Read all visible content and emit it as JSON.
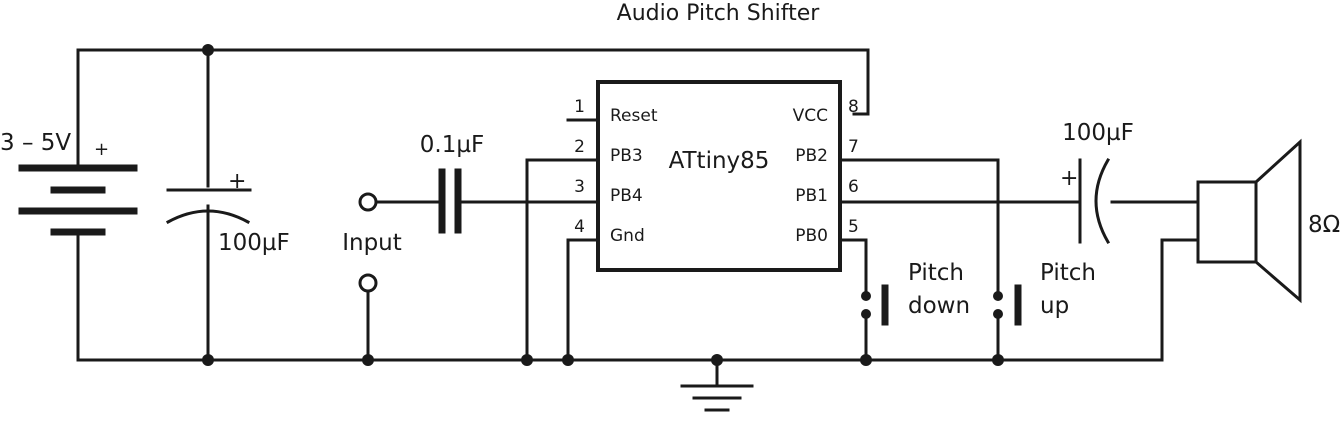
{
  "title": "Audio Pitch Shifter",
  "chip": {
    "name": "ATtiny85",
    "left_pins": [
      {
        "num": "1",
        "label": "Reset"
      },
      {
        "num": "2",
        "label": "PB3"
      },
      {
        "num": "3",
        "label": "PB4"
      },
      {
        "num": "4",
        "label": "Gnd"
      }
    ],
    "right_pins": [
      {
        "num": "8",
        "label": "VCC"
      },
      {
        "num": "7",
        "label": "PB2"
      },
      {
        "num": "6",
        "label": "PB1"
      },
      {
        "num": "5",
        "label": "PB0"
      }
    ]
  },
  "battery": {
    "voltage": "3 – 5V",
    "polarity": "+"
  },
  "supply_cap": {
    "value": "100µF",
    "polarity": "+"
  },
  "input_cap": {
    "value": "0.1µF"
  },
  "input": {
    "label": "Input"
  },
  "output_cap": {
    "value": "100µF",
    "polarity": "+"
  },
  "speaker": {
    "impedance": "8Ω"
  },
  "buttons": [
    {
      "line1": "Pitch",
      "line2": "down"
    },
    {
      "line1": "Pitch",
      "line2": "up"
    }
  ]
}
